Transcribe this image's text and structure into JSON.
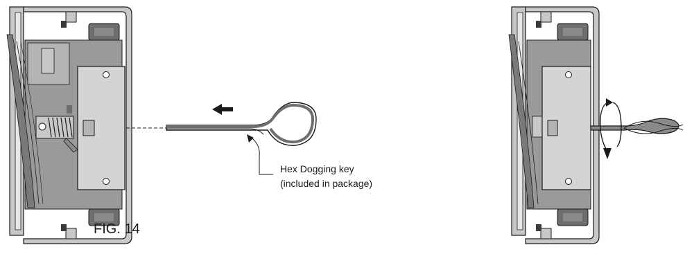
{
  "figure": {
    "label": "FIG. 14",
    "callout": {
      "line1": "Hex Dogging key",
      "line2": "(included in package)"
    }
  },
  "colors": {
    "frame": "#c8c8c8",
    "plate": "#d4d4d4",
    "dark_part": "#6e6e6e",
    "mid_part": "#9a9a9a",
    "outline": "#1a1a1a"
  }
}
